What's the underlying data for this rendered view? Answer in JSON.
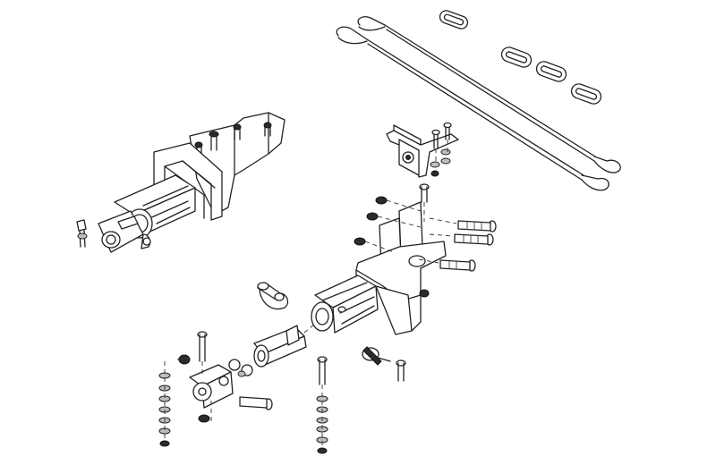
{
  "diagram": {
    "kind": "exploded-parts-view",
    "parts": [
      "safety-cables",
      "cable-links",
      "mounting-bracket-assembly",
      "upper-receiver-plate",
      "main-mounting-bracket",
      "pull-pin-clip",
      "tow-arm-tube",
      "clevis-coupler",
      "hardware-stack"
    ]
  }
}
